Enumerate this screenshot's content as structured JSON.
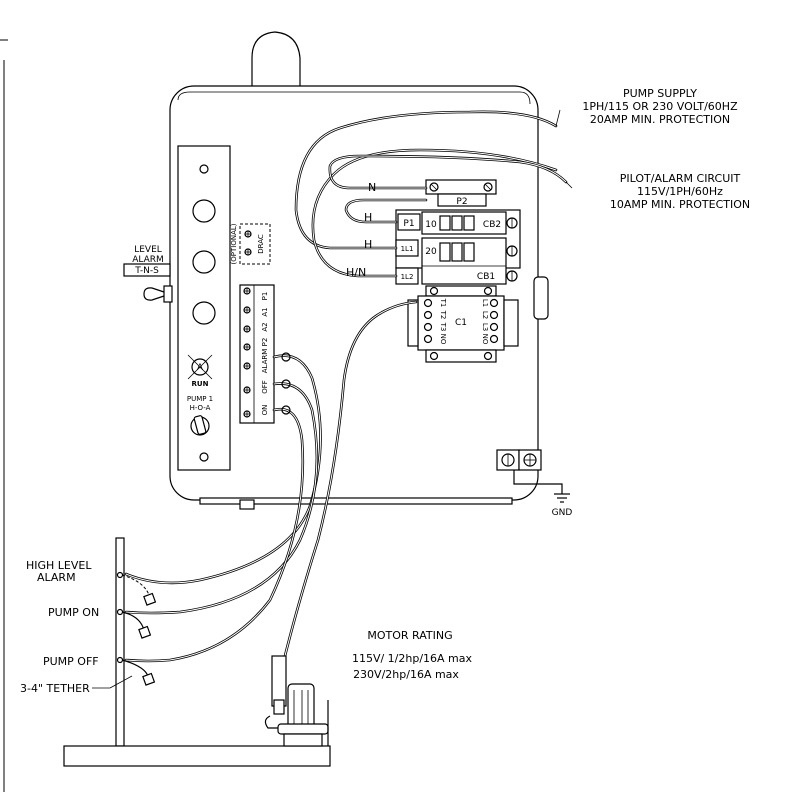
{
  "labels": {
    "pump_supply": [
      "PUMP SUPPLY",
      "1PH/115 OR 230 VOLT/60HZ",
      "20AMP MIN. PROTECTION"
    ],
    "pilot_alarm": [
      "PILOT/ALARM CIRCUIT",
      "115V/1PH/60Hz",
      "10AMP MIN. PROTECTION"
    ],
    "level_alarm": [
      "LEVEL",
      "ALARM"
    ],
    "tns": "T-N-S",
    "high_level_alarm": [
      "HIGH LEVEL",
      "ALARM"
    ],
    "pump_on": "PUMP ON",
    "pump_off": "PUMP OFF",
    "tether": "3-4\" TETHER",
    "motor_rating": [
      "MOTOR RATING",
      "115V/ 1/2hp/16A max",
      "230V/2hp/16A max"
    ],
    "gnd": "GND"
  },
  "wires": {
    "n": "N",
    "h1": "H",
    "h2": "H",
    "hn": "H/N"
  },
  "panel": {
    "p2": "P2",
    "p1": "P1",
    "l1": "1L1",
    "l2": "1L2",
    "cb2": "CB2",
    "cb1": "CB1",
    "c1": "C1",
    "n10": "10",
    "n20": "20",
    "contactor_left": [
      "T1",
      "T2",
      "T3",
      "NO"
    ],
    "contactor_right": [
      "L1",
      "L2",
      "L3",
      "NO"
    ],
    "optional": "(OPTIONAL)",
    "drac": "DRAC",
    "terminals": [
      "P1",
      "A1",
      "A2",
      "P2",
      "ALARM",
      "OFF",
      "ON"
    ],
    "a_light": "A",
    "run": "RUN",
    "hoa_switch": [
      "PUMP 1",
      "H-O-A"
    ]
  }
}
